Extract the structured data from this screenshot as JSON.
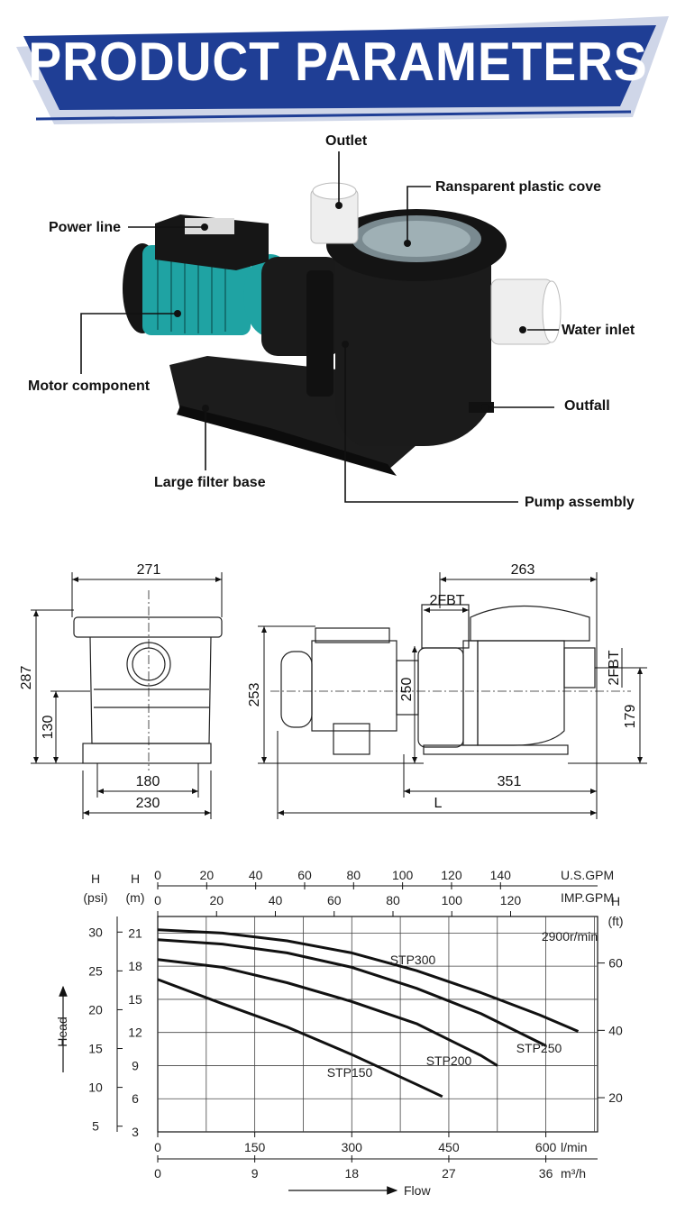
{
  "banner": {
    "title": "PRODUCT PARAMETERS",
    "bg_color": "#1f3e95"
  },
  "callouts": {
    "outlet": "Outlet",
    "cover": "Ransparent plastic cove",
    "power_line": "Power line",
    "water_inlet": "Water inlet",
    "motor": "Motor component",
    "outfall": "Outfall",
    "base": "Large filter base",
    "pump_assembly": "Pump assembly"
  },
  "pump_colors": {
    "motor_teal": "#1fa3a3",
    "body_black": "#151515",
    "fittings": "#eeeeee"
  },
  "dimensions": {
    "front": {
      "width_top": "271",
      "height_total": "287",
      "height_inlet": "130",
      "base_inner": "180",
      "base_outer": "230"
    },
    "side": {
      "length_pump": "263",
      "port_top": "2FBT",
      "port_side": "2FBT",
      "height_total": "253",
      "height_mid": "250",
      "height_inlet": "179",
      "base_length": "351",
      "overall": "L"
    }
  },
  "chart_data": {
    "type": "line",
    "title": "",
    "speed_note": "2900r/min",
    "xlabel": "Flow",
    "ylabel": "Head",
    "x_primary": {
      "unit": "l/min",
      "ticks": [
        "0",
        "150",
        "300",
        "450",
        "600"
      ],
      "range": [
        0,
        680
      ]
    },
    "x_secondary_bottom": {
      "unit": "m³/h",
      "ticks": [
        "0",
        "9",
        "18",
        "27",
        "36"
      ]
    },
    "x_top_usgpm": {
      "unit": "U.S.GPM",
      "ticks": [
        "0",
        "20",
        "40",
        "60",
        "80",
        "100",
        "120",
        "140"
      ]
    },
    "x_top_impgpm": {
      "unit": "IMP.GPM",
      "ticks": [
        "0",
        "20",
        "40",
        "60",
        "80",
        "100",
        "120"
      ]
    },
    "y_primary": {
      "unit_top": "H",
      "unit": "(m)",
      "ticks": [
        "3",
        "6",
        "9",
        "12",
        "15",
        "18",
        "21"
      ],
      "range": [
        3,
        22.5
      ]
    },
    "y_psi": {
      "unit_top": "H",
      "unit": "(psi)",
      "ticks": [
        "5",
        "10",
        "15",
        "20",
        "25",
        "30"
      ]
    },
    "y_ft": {
      "unit_top": "H",
      "unit": "(ft)",
      "ticks": [
        "20",
        "40",
        "60"
      ]
    },
    "grid": true,
    "series": [
      {
        "name": "STP300",
        "x": [
          0,
          100,
          200,
          300,
          400,
          500,
          590,
          650
        ],
        "y": [
          21.3,
          21.0,
          20.3,
          19.2,
          17.6,
          15.6,
          13.6,
          12.1
        ]
      },
      {
        "name": "STP250",
        "x": [
          0,
          100,
          200,
          300,
          400,
          500,
          600
        ],
        "y": [
          20.4,
          20.0,
          19.2,
          17.9,
          16.0,
          13.7,
          10.8
        ]
      },
      {
        "name": "STP200",
        "x": [
          0,
          100,
          200,
          300,
          400,
          500,
          525
        ],
        "y": [
          18.6,
          17.9,
          16.5,
          14.8,
          12.8,
          9.9,
          9.0
        ]
      },
      {
        "name": "STP150",
        "x": [
          0,
          100,
          200,
          300,
          400,
          440
        ],
        "y": [
          16.8,
          14.6,
          12.5,
          10.0,
          7.3,
          6.2
        ]
      }
    ]
  }
}
